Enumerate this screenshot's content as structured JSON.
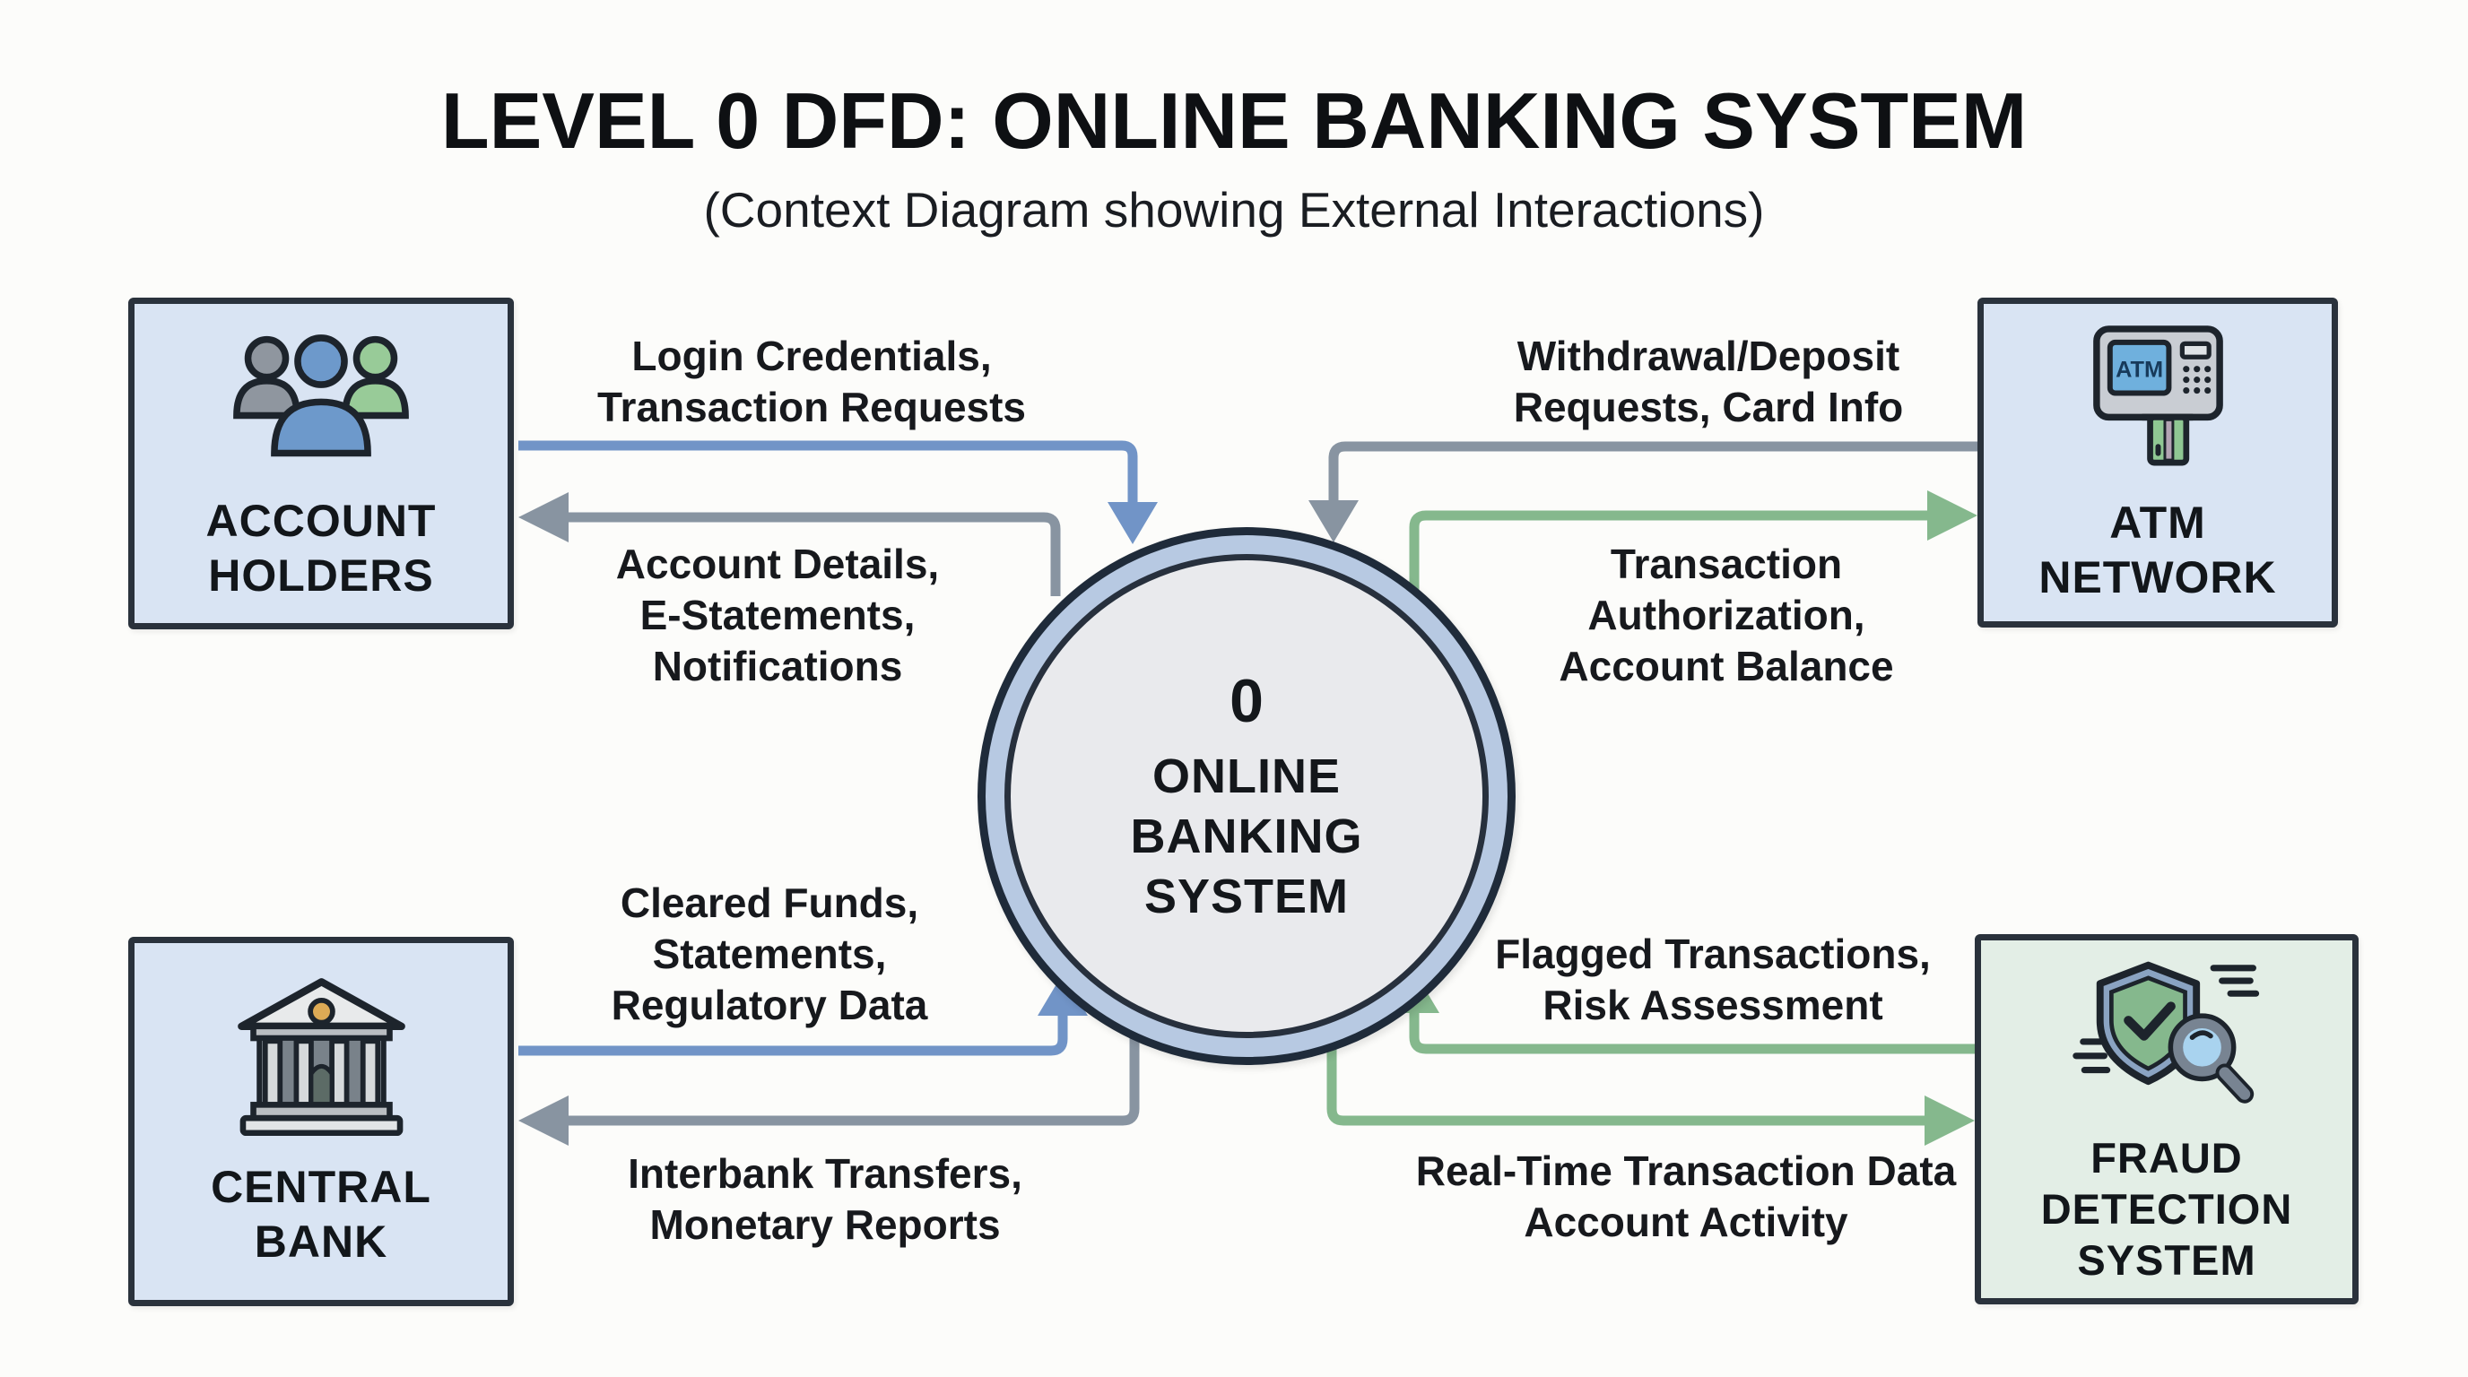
{
  "title": "LEVEL 0 DFD: ONLINE BANKING SYSTEM",
  "subtitle": "(Context Diagram showing External Interactions)",
  "process": {
    "id_number": "0",
    "name_lines": [
      "ONLINE",
      "BANKING",
      "SYSTEM"
    ]
  },
  "entities": {
    "account_holders": {
      "label_lines": [
        "ACCOUNT",
        "HOLDERS"
      ]
    },
    "atm_network": {
      "label_lines": [
        "ATM",
        "NETWORK"
      ],
      "screen_text": "ATM"
    },
    "central_bank": {
      "label_lines": [
        "CENTRAL",
        "BANK"
      ]
    },
    "fraud_detection": {
      "label_lines": [
        "FRAUD",
        "DETECTION",
        "SYSTEM"
      ]
    }
  },
  "flows": {
    "login": {
      "from": "Account Holders",
      "to": "Online Banking System",
      "lines": [
        "Login Credentials,",
        "Transaction Requests"
      ],
      "color": "#7194c7"
    },
    "account_details": {
      "from": "Online Banking System",
      "to": "Account Holders",
      "lines": [
        "Account Details,",
        "E-Statements,",
        "Notifications"
      ],
      "color": "#8894a1"
    },
    "withdrawal": {
      "from": "ATM Network",
      "to": "Online Banking System",
      "lines": [
        "Withdrawal/Deposit",
        "Requests, Card Info"
      ],
      "color": "#8894a1"
    },
    "transaction_auth": {
      "from": "Online Banking System",
      "to": "ATM Network",
      "lines": [
        "Transaction",
        "Authorization,",
        "Account Balance"
      ],
      "color": "#85b88d"
    },
    "cleared_funds": {
      "from": "Central Bank",
      "to": "Online Banking System",
      "lines": [
        "Cleared Funds,",
        "Statements,",
        "Regulatory Data"
      ],
      "color": "#7194c7"
    },
    "interbank": {
      "from": "Online Banking System",
      "to": "Central Bank",
      "lines": [
        "Interbank Transfers,",
        "Monetary Reports"
      ],
      "color": "#8894a1"
    },
    "flagged": {
      "from": "Fraud Detection System",
      "to": "Online Banking System",
      "lines": [
        "Flagged Transactions,",
        "Risk Assessment"
      ],
      "color": "#85b88d"
    },
    "realtime": {
      "from": "Online Banking System",
      "to": "Fraud Detection System",
      "lines": [
        "Real-Time Transaction Data",
        "Account Activity"
      ],
      "color": "#85b88d"
    }
  },
  "colors": {
    "flow_blue": "#7194c7",
    "flow_gray": "#8894a1",
    "flow_green": "#85b88d",
    "entity_blue_bg": "#d9e4f3",
    "entity_green_bg": "#e3eee6",
    "process_ring": "#b7c9e2",
    "process_fill": "#e9eaed",
    "outline_dark": "#2a323c"
  }
}
